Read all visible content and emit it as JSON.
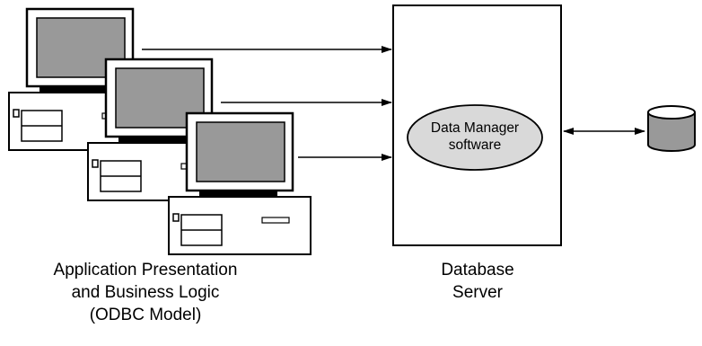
{
  "clients": {
    "label_lines": [
      "Application Presentation",
      "and Business Logic",
      "(ODBC Model)"
    ]
  },
  "server": {
    "label_lines": [
      "Database",
      "Server"
    ],
    "component": {
      "label_lines": [
        "Data Manager",
        "software"
      ]
    }
  },
  "icons": {
    "workstation": "desktop-computer-icon",
    "storage": "database-cylinder-icon"
  },
  "colors": {
    "screen_fill": "#999999",
    "component_fill": "#d9d9d9",
    "storage_fill": "#999999",
    "stroke": "#000000",
    "background": "#ffffff"
  }
}
